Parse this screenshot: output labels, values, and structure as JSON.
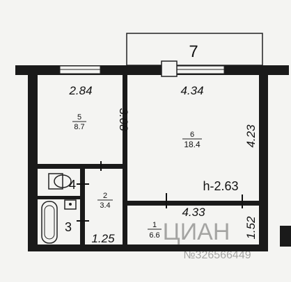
{
  "plan": {
    "balcony": {
      "number": "7"
    },
    "rooms": [
      {
        "id": "room-5",
        "number": "5",
        "area": "8.7",
        "width_label": "2.84",
        "height_label": "3.08"
      },
      {
        "id": "room-6",
        "number": "6",
        "area": "18.4",
        "width_label": "4.34",
        "height_label": "4.23",
        "ceiling": "h-2.63"
      },
      {
        "id": "room-2",
        "number": "2",
        "area": "3.4",
        "dim_label": "1.25"
      },
      {
        "id": "room-1",
        "number": "1",
        "area": "6.6",
        "width_label": "4.33",
        "height_label": "1.52"
      },
      {
        "id": "room-3",
        "number": "3"
      },
      {
        "id": "room-4",
        "number": "4"
      }
    ],
    "watermark": "ЦИАН",
    "watermark_id": "№326566449"
  }
}
